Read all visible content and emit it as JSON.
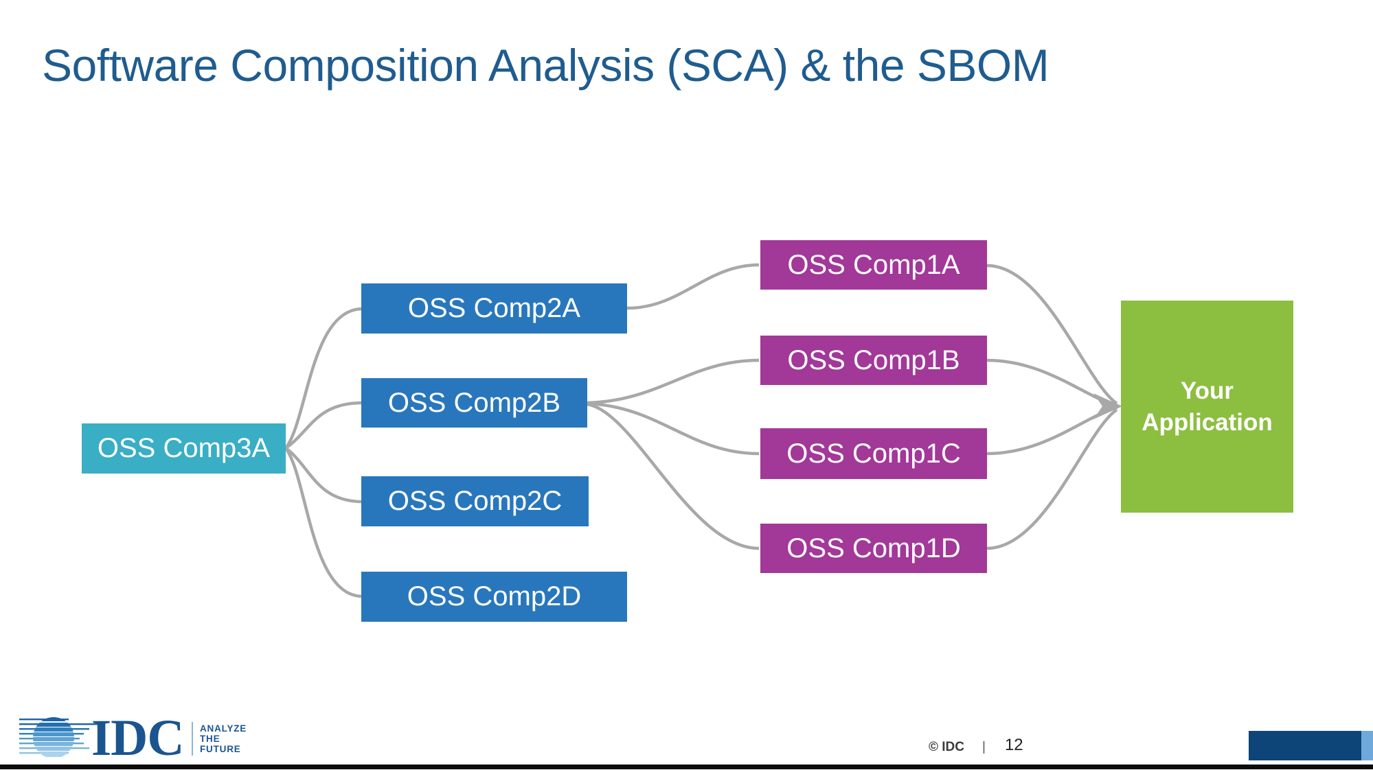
{
  "title": "Software Composition Analysis (SCA) & the SBOM",
  "nodes": {
    "comp3a": "OSS Comp3A",
    "comp2a": "OSS Comp2A",
    "comp2b": "OSS Comp2B",
    "comp2c": "OSS Comp2C",
    "comp2d": "OSS Comp2D",
    "comp1a": "OSS Comp1A",
    "comp1b": "OSS Comp1B",
    "comp1c": "OSS Comp1C",
    "comp1d": "OSS Comp1D",
    "app_line1": "Your",
    "app_line2": "Application"
  },
  "connections": [
    {
      "from": "OSS Comp3A",
      "to": "OSS Comp2A"
    },
    {
      "from": "OSS Comp3A",
      "to": "OSS Comp2B"
    },
    {
      "from": "OSS Comp3A",
      "to": "OSS Comp2C"
    },
    {
      "from": "OSS Comp3A",
      "to": "OSS Comp2D"
    },
    {
      "from": "OSS Comp2A",
      "to": "OSS Comp1A"
    },
    {
      "from": "OSS Comp2B",
      "to": "OSS Comp1B"
    },
    {
      "from": "OSS Comp2B",
      "to": "OSS Comp1C"
    },
    {
      "from": "OSS Comp2B",
      "to": "OSS Comp1D"
    },
    {
      "from": "OSS Comp1A",
      "to": "Your Application"
    },
    {
      "from": "OSS Comp1B",
      "to": "Your Application"
    },
    {
      "from": "OSS Comp1C",
      "to": "Your Application"
    },
    {
      "from": "OSS Comp1D",
      "to": "Your Application"
    }
  ],
  "footer": {
    "logo_text": "IDC",
    "tagline_line1": "ANALYZE",
    "tagline_line2": "THE",
    "tagline_line3": "FUTURE",
    "copyright": "© IDC",
    "separator": "|",
    "page_number": "12"
  },
  "colors": {
    "title_text": "#1F5C8F",
    "level3_teal": "#39AEC5",
    "level2_blue": "#2877BD",
    "level1_purple": "#A23898",
    "application_green": "#8CBE40",
    "connector_gray": "#A8A8A8",
    "footer_bar_navy": "#0D4578",
    "footer_accent_blue": "#6FA9DC"
  }
}
